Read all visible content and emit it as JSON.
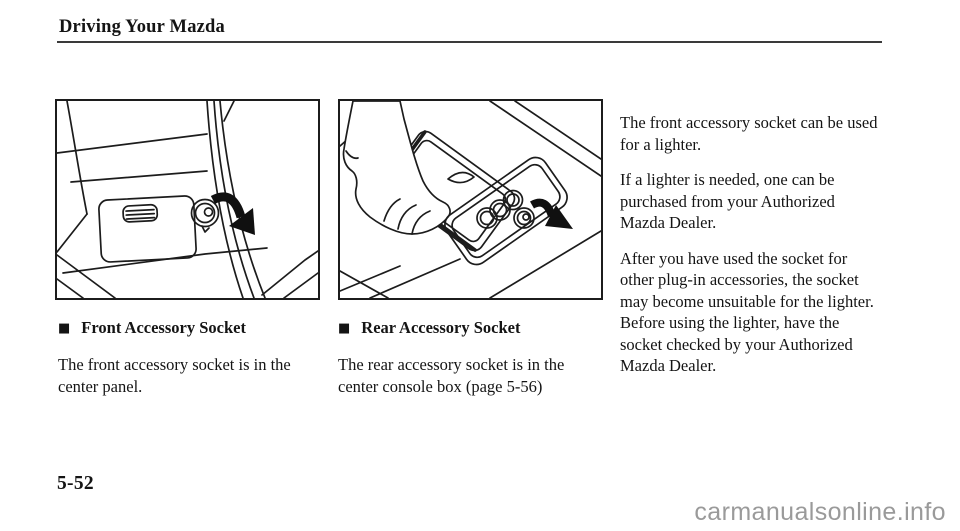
{
  "header": {
    "title": "Driving Your Mazda"
  },
  "glyphs": {
    "square_bullet": "■"
  },
  "figures": [
    {
      "caption": "Front Accessory Socket",
      "illustration": "front-accessory-socket-line-drawing",
      "body_lines": [
        "The front accessory socket is in the",
        "center panel."
      ]
    },
    {
      "caption": "Rear Accessory Socket",
      "illustration": "rear-accessory-socket-line-drawing",
      "body_lines": [
        "The rear accessory socket is in the",
        "center console box (page 5-56)"
      ]
    }
  ],
  "right_column": {
    "paragraphs": [
      {
        "lines": [
          "The front accessory socket can be used",
          "for a lighter."
        ]
      },
      {
        "lines": [
          "If a lighter is needed, one can be",
          "purchased from your Authorized",
          "Mazda Dealer."
        ]
      },
      {
        "lines": [
          "After you have used the socket for",
          "other plug-in accessories, the socket",
          "may become unsuitable for the lighter.",
          "Before using the lighter, have the",
          "socket checked by your Authorized",
          "Mazda Dealer."
        ]
      }
    ]
  },
  "footer": {
    "page_number": "5-52",
    "watermark": "carmanualsonline.info"
  },
  "colors": {
    "text": "#141414",
    "line_art": "#1c1c1c",
    "watermark": "#9a9a9a",
    "paper": "#ffffff"
  }
}
